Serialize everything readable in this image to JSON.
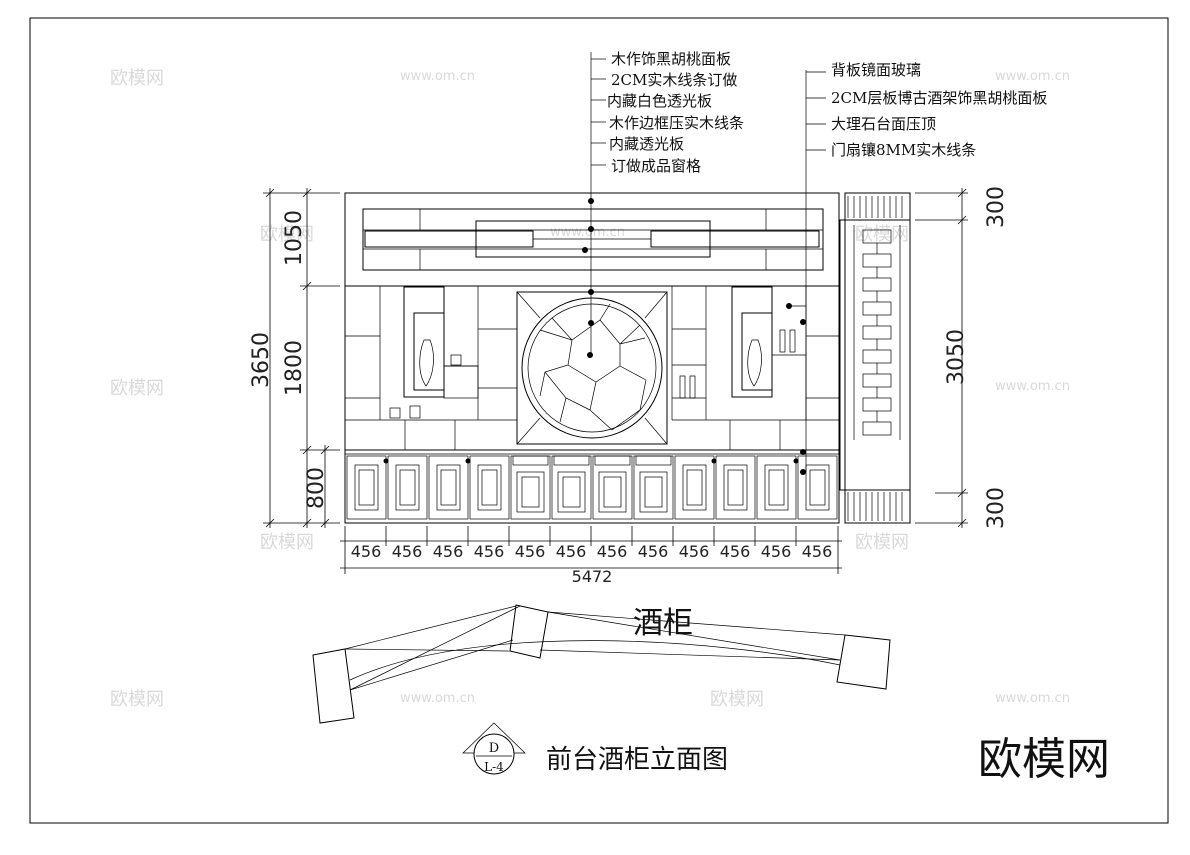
{
  "title": "前台酒柜立面图",
  "plan_label": "酒柜",
  "brand": "欧模网",
  "watermark": "www.om.cn",
  "callouts_left": [
    "木作饰黑胡桃面板",
    "2CM实木线条订做",
    "内藏白色透光板",
    "木作边框压实木线条",
    "内藏透光板",
    "订做成品窗格"
  ],
  "callouts_right": [
    "背板镜面玻璃",
    "2CM层板博古酒架饰黑胡桃面板",
    "大理石台面压顶",
    "门扇镶8MM实木线条"
  ],
  "dims_left": {
    "total": "3650",
    "parts": [
      "1050",
      "1800",
      "800"
    ]
  },
  "dims_right": {
    "total": "3050",
    "parts": [
      "300",
      "300"
    ]
  },
  "dims_bottom": {
    "module": "456",
    "count": 12,
    "total": "5472"
  },
  "symbol": {
    "top": "D",
    "bottom": "L-4"
  }
}
